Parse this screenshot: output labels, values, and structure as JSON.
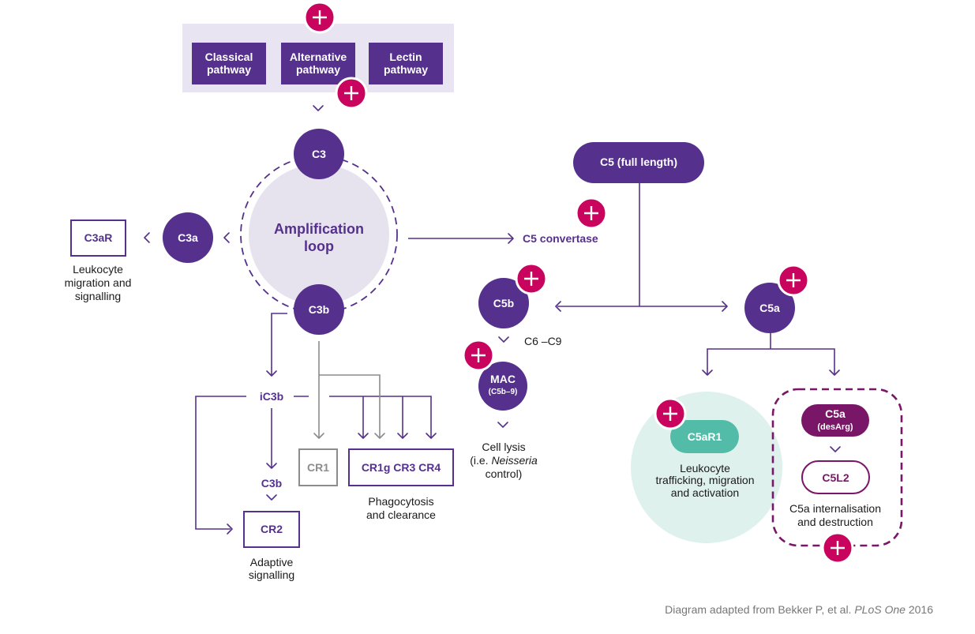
{
  "colors": {
    "purple": "#55308d",
    "magenta": "#c8045f",
    "lavender_bg": "#e8e4f1",
    "amplification_circle": "#e6e3ef",
    "teal": "#52bca8",
    "mint_bg": "#dff1ed",
    "plum": "#7a1668",
    "grey": "#8c8c8c"
  },
  "icons": {
    "plus": "plus-icon",
    "chevron_down": "chevron-down-icon",
    "chevron_left": "chevron-left-icon",
    "chevron_right": "chevron-right-icon"
  },
  "pathways": {
    "classical": [
      "Classical",
      "pathway"
    ],
    "alternative": [
      "Alternative",
      "pathway"
    ],
    "lectin": [
      "Lectin",
      "pathway"
    ]
  },
  "nodes": {
    "c3": "C3",
    "amplification": [
      "Amplification",
      "loop"
    ],
    "c3a": "C3a",
    "c3ar": "C3aR",
    "c3ar_caption": [
      "Leukocyte",
      "migration and",
      "signalling"
    ],
    "c3b": "C3b",
    "ic3b": "iC3b",
    "c3b_lower": "C3b",
    "cr1": "CR1",
    "cr_group": "CR1g CR3 CR4",
    "phago_caption": [
      "Phagocytosis",
      "and clearance"
    ],
    "cr2": "CR2",
    "cr2_caption": [
      "Adaptive",
      "signalling"
    ],
    "c5_convertase": "C5 convertase",
    "c5_full": "C5 (full length)",
    "c5b": "C5b",
    "c6_c9": "C6 –C9",
    "mac": "MAC",
    "mac_sub": "(C5b–9)",
    "lysis_caption": {
      "line1": "Cell lysis",
      "line2_prefix": "(i.e. ",
      "line2_italic": "Neisseria",
      "line3": "control)"
    },
    "c5a": "C5a",
    "c5ar1": "C5aR1",
    "c5ar1_caption": [
      "Leukocyte",
      "trafficking, migration",
      "and activation"
    ],
    "c5a_desarg": "C5a",
    "c5a_desarg_sub": "(desArg)",
    "c5l2": "C5L2",
    "c5l2_caption": [
      "C5a internalisation",
      "and destruction"
    ]
  },
  "footer": {
    "prefix": "Diagram adapted from Bekker P, et al. ",
    "journal": "PLoS One",
    "year": " 2016"
  }
}
